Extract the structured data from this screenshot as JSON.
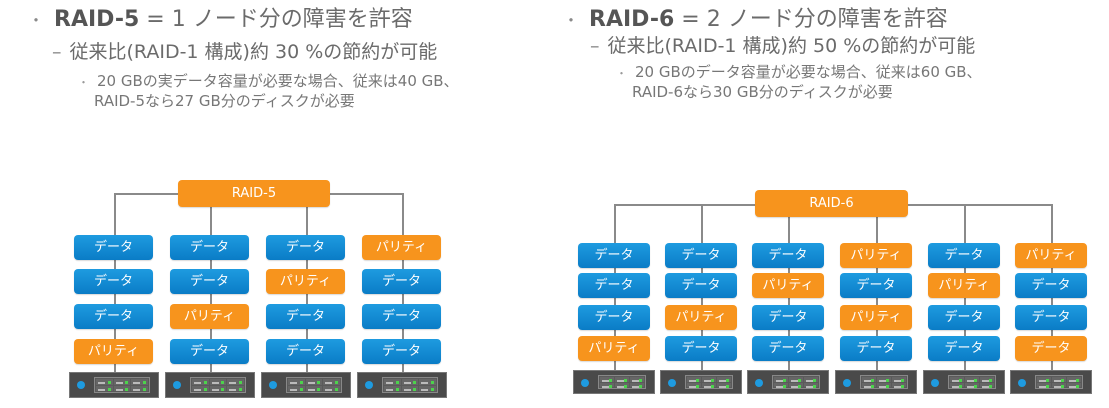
{
  "left": {
    "heading_bullet": "・",
    "heading_strong": "RAID-5",
    "heading_rest": " = 1 ノード分の障害を許容",
    "sub_dash": "–",
    "sub": "従来比(RAID-1 構成)約 30 %の節約が可能",
    "detail_dot": "・",
    "detail_line1": "20 GBの実データ容量が必要な場合、従来は40 GB、",
    "detail_line2": "RAID-5なら27 GB分のディスクが必要"
  },
  "right": {
    "heading_bullet": "・",
    "heading_strong": "RAID-6",
    "heading_rest": " = 2 ノード分の障害を許容",
    "sub_dash": "–",
    "sub": "従来比(RAID-1 構成)約 50 %の節約が可能",
    "detail_dot": "・",
    "detail_line1": "20 GBのデータ容量が必要な場合、従来は60 GB、",
    "detail_line2": "RAID-6なら30 GB分のディスクが必要"
  },
  "colors": {
    "data": "#0a8ad6",
    "parity": "#f7941d",
    "line": "#8a8a8a",
    "server": "#4a4a4a"
  },
  "labels": {
    "data": "データ",
    "parity": "パリティ"
  },
  "raid5": {
    "title": "RAID-5",
    "columns": [
      [
        {
          "type": "data",
          "label": "データ"
        },
        {
          "type": "data",
          "label": "データ"
        },
        {
          "type": "data",
          "label": "データ"
        },
        {
          "type": "parity",
          "label": "パリティ"
        }
      ],
      [
        {
          "type": "data",
          "label": "データ"
        },
        {
          "type": "data",
          "label": "データ"
        },
        {
          "type": "parity",
          "label": "パリティ"
        },
        {
          "type": "data",
          "label": "データ"
        }
      ],
      [
        {
          "type": "data",
          "label": "データ"
        },
        {
          "type": "parity",
          "label": "パリティ"
        },
        {
          "type": "data",
          "label": "データ"
        },
        {
          "type": "data",
          "label": "データ"
        }
      ],
      [
        {
          "type": "parity",
          "label": "パリティ"
        },
        {
          "type": "data",
          "label": "データ"
        },
        {
          "type": "data",
          "label": "データ"
        },
        {
          "type": "data",
          "label": "データ"
        }
      ]
    ]
  },
  "raid6": {
    "title": "RAID-6",
    "columns": [
      [
        {
          "type": "data",
          "label": "データ"
        },
        {
          "type": "data",
          "label": "データ"
        },
        {
          "type": "data",
          "label": "データ"
        },
        {
          "type": "parity",
          "label": "パリティ"
        }
      ],
      [
        {
          "type": "data",
          "label": "データ"
        },
        {
          "type": "data",
          "label": "データ"
        },
        {
          "type": "parity",
          "label": "パリティ"
        },
        {
          "type": "data",
          "label": "データ"
        }
      ],
      [
        {
          "type": "data",
          "label": "データ"
        },
        {
          "type": "parity",
          "label": "パリティ"
        },
        {
          "type": "data",
          "label": "データ"
        },
        {
          "type": "data",
          "label": "データ"
        }
      ],
      [
        {
          "type": "parity",
          "label": "パリティ"
        },
        {
          "type": "data",
          "label": "データ"
        },
        {
          "type": "parity",
          "label": "パリティ"
        },
        {
          "type": "data",
          "label": "データ"
        }
      ],
      [
        {
          "type": "data",
          "label": "データ"
        },
        {
          "type": "parity",
          "label": "パリティ"
        },
        {
          "type": "data",
          "label": "データ"
        },
        {
          "type": "data",
          "label": "データ"
        }
      ],
      [
        {
          "type": "parity",
          "label": "パリティ"
        },
        {
          "type": "data",
          "label": "データ"
        },
        {
          "type": "data",
          "label": "データ"
        },
        {
          "type": "parity",
          "label": "データ"
        }
      ]
    ]
  }
}
